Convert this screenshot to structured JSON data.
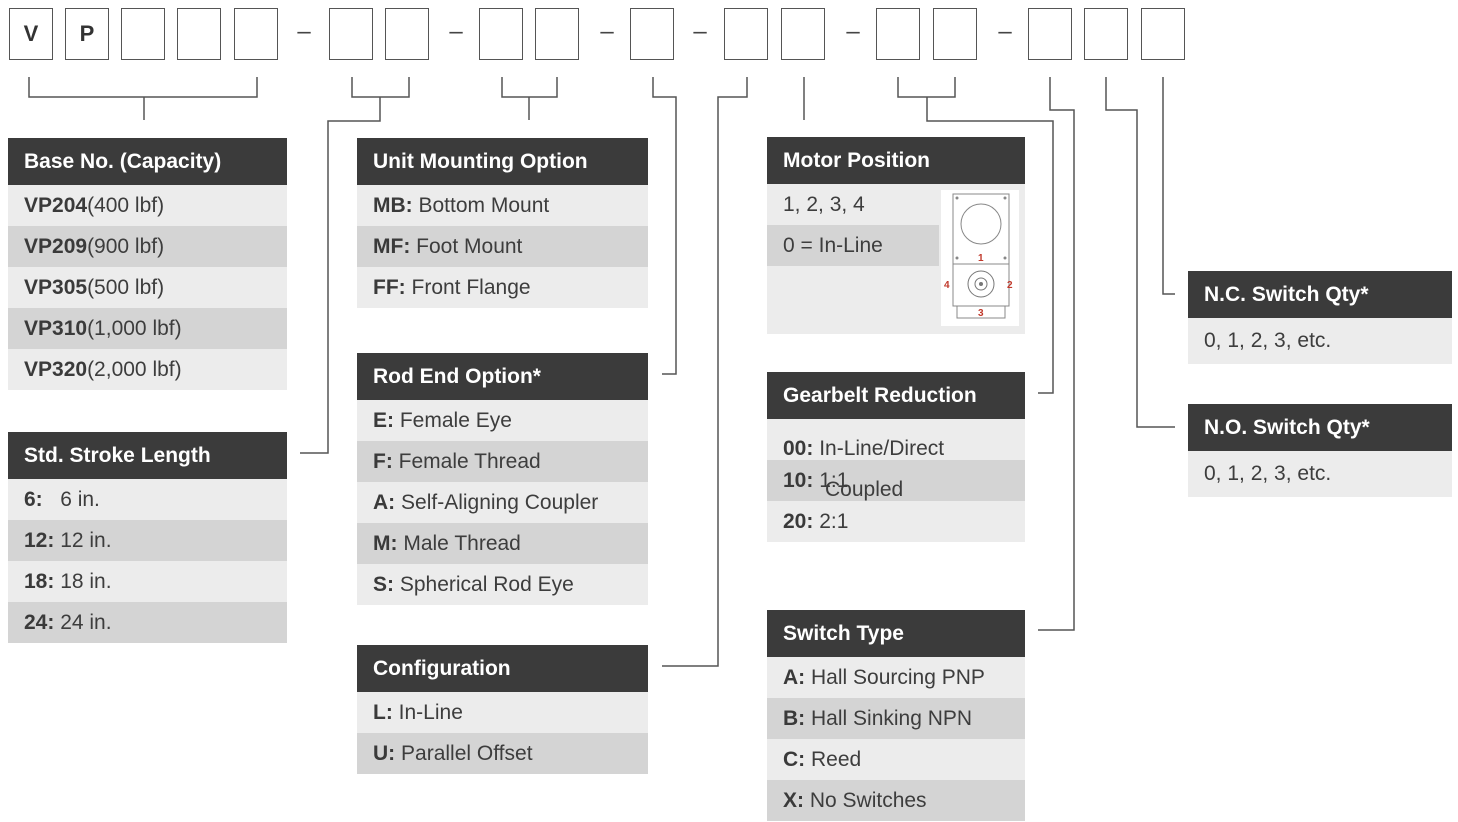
{
  "code_boxes": [
    {
      "text": "V"
    },
    {
      "text": "P"
    },
    {
      "text": ""
    },
    {
      "text": ""
    },
    {
      "text": ""
    },
    {
      "text": ""
    },
    {
      "text": ""
    },
    {
      "text": ""
    },
    {
      "text": ""
    },
    {
      "text": ""
    },
    {
      "text": ""
    },
    {
      "text": ""
    },
    {
      "text": ""
    },
    {
      "text": ""
    },
    {
      "text": ""
    },
    {
      "text": ""
    },
    {
      "text": ""
    }
  ],
  "dash": "–",
  "base": {
    "title": "Base No. (Capacity)",
    "rows": [
      {
        "key": "VP204",
        "val": "(400 lbf)"
      },
      {
        "key": "VP209",
        "val": "(900 lbf)"
      },
      {
        "key": "VP305",
        "val": "(500 lbf)"
      },
      {
        "key": "VP310",
        "val": "(1,000 lbf)"
      },
      {
        "key": "VP320",
        "val": "(2,000 lbf)"
      }
    ]
  },
  "stroke": {
    "title": "Std. Stroke Length",
    "rows": [
      {
        "key": "6:",
        "val": "6 in."
      },
      {
        "key": "12:",
        "val": "12 in."
      },
      {
        "key": "18:",
        "val": "18 in."
      },
      {
        "key": "24:",
        "val": "24 in."
      }
    ]
  },
  "mounting": {
    "title": "Unit Mounting Option",
    "rows": [
      {
        "key": "MB:",
        "val": "Bottom Mount"
      },
      {
        "key": "MF:",
        "val": "Foot Mount"
      },
      {
        "key": "FF:",
        "val": "Front Flange"
      }
    ]
  },
  "rodend": {
    "title": "Rod End Option*",
    "rows": [
      {
        "key": "E:",
        "val": "Female Eye"
      },
      {
        "key": "F:",
        "val": "Female Thread"
      },
      {
        "key": "A:",
        "val": "Self-Aligning Coupler"
      },
      {
        "key": "M:",
        "val": "Male Thread"
      },
      {
        "key": "S:",
        "val": "Spherical Rod Eye"
      }
    ]
  },
  "config": {
    "title": "Configuration",
    "rows": [
      {
        "key": "L:",
        "val": "In-Line"
      },
      {
        "key": "U:",
        "val": "Parallel Offset"
      }
    ]
  },
  "motor": {
    "title": "Motor Position",
    "rows": [
      {
        "val": "1, 2, 3, 4"
      },
      {
        "val": "0 = In-Line"
      }
    ],
    "figure_labels": [
      "1",
      "2",
      "3",
      "4"
    ]
  },
  "gearbelt": {
    "title": "Gearbelt Reduction",
    "rows": [
      {
        "key": "00:",
        "val": "In-Line/Direct",
        "val2": "Coupled"
      },
      {
        "key": "10:",
        "val": "1:1"
      },
      {
        "key": "20:",
        "val": "2:1"
      }
    ]
  },
  "switchtype": {
    "title": "Switch Type",
    "rows": [
      {
        "key": "A:",
        "val": "Hall Sourcing PNP"
      },
      {
        "key": "B:",
        "val": "Hall Sinking NPN"
      },
      {
        "key": "C:",
        "val": "Reed"
      },
      {
        "key": "X:",
        "val": "No Switches"
      }
    ]
  },
  "nc": {
    "title": "N.C. Switch Qty*",
    "rows": [
      {
        "val": "0, 1, 2, 3, etc."
      }
    ]
  },
  "no": {
    "title": "N.O. Switch Qty*",
    "rows": [
      {
        "val": "0, 1, 2, 3, etc."
      }
    ]
  },
  "colors": {
    "header_bg": "#3b3b3b",
    "row_light": "#ececec",
    "row_dark": "#d4d4d4",
    "motor_mark": "#c0392b"
  }
}
